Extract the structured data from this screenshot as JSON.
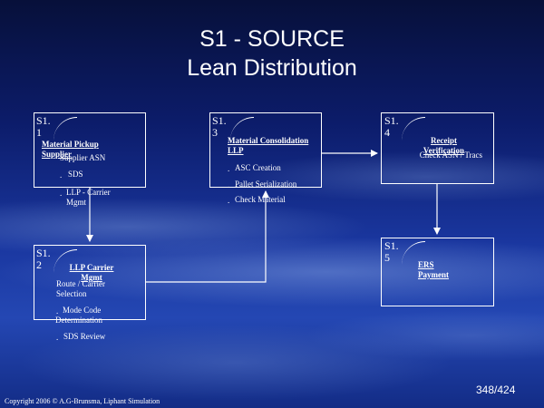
{
  "title": "S1 - SOURCE",
  "subtitle": "Lean Distribution",
  "steps": [
    {
      "number": "S1.\n1",
      "heading": "Material Pickup Supplier",
      "items": [
        "Supplier ASN",
        "SDS",
        "LLP - Carrier Mgmt"
      ]
    },
    {
      "number": "S1.\n2",
      "heading": "LLP Carrier Mgmt",
      "items": [
        "Route / Carrier Selection",
        "Mode Code Determination",
        "SDS Review"
      ]
    },
    {
      "number": "S1.\n3",
      "heading": "Material Consolidation LLP",
      "items": [
        "ASC Creation",
        "Pallet Serialization",
        "Check Material"
      ]
    },
    {
      "number": "S1.\n4",
      "heading": "Receipt Verification",
      "items": [
        "Check ASN / Tracs"
      ]
    },
    {
      "number": "S1.\n5",
      "heading": "ERS Payment",
      "items": []
    }
  ],
  "bullet": ".",
  "footer": "Copyright 2006 © A.G-Brunsma, Liphant Simulation",
  "page_number": "348/424",
  "colors": {
    "box_border": "#ffffff",
    "text": "#ffffff",
    "background": "#1a37a0"
  }
}
